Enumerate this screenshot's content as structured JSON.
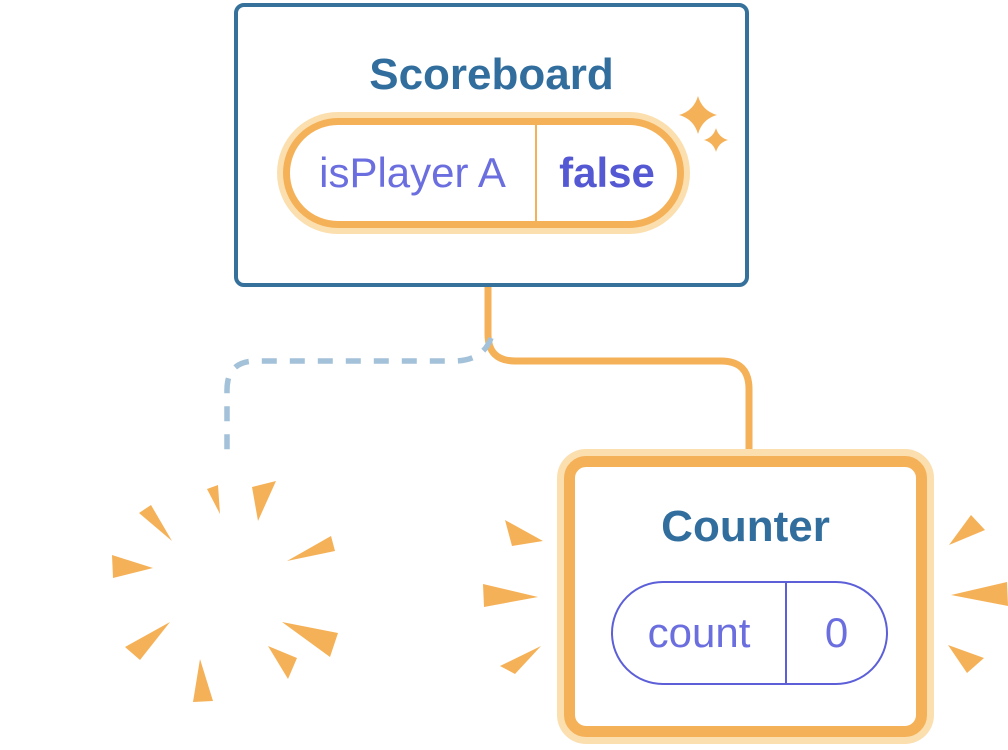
{
  "background_color": "#FFFFFF",
  "scoreboard": {
    "title": "Scoreboard",
    "state": {
      "name": "isPlayer A",
      "value": "false"
    }
  },
  "counter": {
    "title": "Counter",
    "state": {
      "name": "count",
      "value": "0"
    }
  },
  "colors": {
    "card_border_blue": "#35719B",
    "component_title_blue": "#316E9E",
    "highlight_orange": "#F5B157",
    "highlight_orange_glow": "#FBDFAF",
    "state_pill_purple": "#5C5FD8",
    "state_name_purple": "#6B6EDF",
    "state_value_purple": "#5558D3",
    "dashed_line_blue": "#A3C1D8",
    "card_background": "#FFFFFF"
  },
  "icons": {
    "sparkle": "sparkle-icon",
    "poof_burst": "poof-burst-icon",
    "emphasis_marks": "emphasis-marks-icon"
  }
}
